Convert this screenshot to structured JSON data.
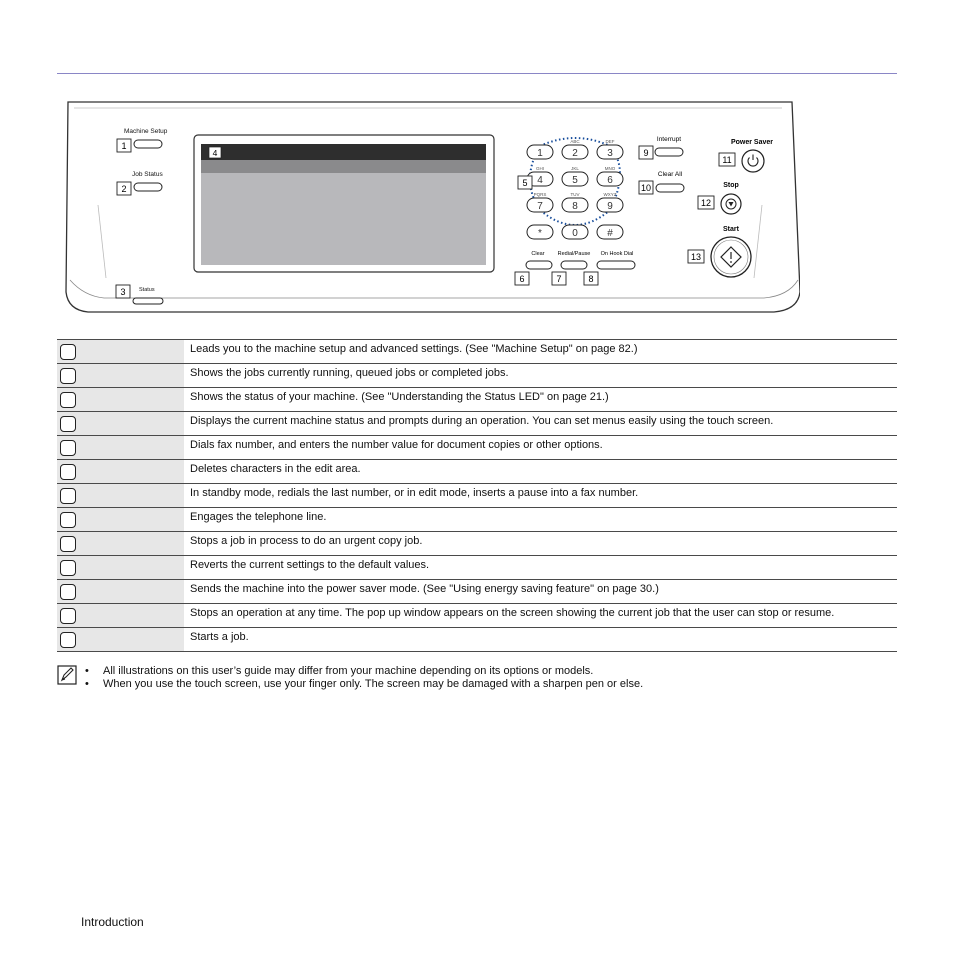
{
  "panel": {
    "labels": {
      "machine_setup": "Machine Setup",
      "job_status": "Job Status",
      "status": "Status",
      "interrupt": "Interrupt",
      "clear_all": "Clear All",
      "power_saver": "Power Saver",
      "stop": "Stop",
      "start": "Start",
      "clear": "Clear",
      "redial_pause": "Redial/Pause",
      "on_hook_dial": "On Hook Dial"
    },
    "callouts": [
      "1",
      "2",
      "3",
      "4",
      "5",
      "6",
      "7",
      "8",
      "9",
      "10",
      "11",
      "12",
      "13"
    ],
    "keypad": {
      "keys": [
        "1",
        "2",
        "3",
        "4",
        "5",
        "6",
        "7",
        "8",
        "9",
        "*",
        "0",
        "#"
      ],
      "letters": [
        "",
        "ABC",
        "DEF",
        "GHI",
        "JKL",
        "MNO",
        "PQRS",
        "TUV",
        "WXYZ",
        "",
        "",
        ""
      ]
    }
  },
  "rows": [
    {
      "desc": "Leads you to the machine setup and advanced settings. (See \"Machine Setup\" on page 82.)"
    },
    {
      "desc": "Shows the jobs currently running, queued jobs or completed jobs."
    },
    {
      "desc": "Shows the status of your machine. (See \"Understanding the Status LED\" on page 21.)"
    },
    {
      "desc": "Displays the current machine status and prompts during an operation. You can set menus easily using the touch screen."
    },
    {
      "desc": "Dials fax number, and enters the number value for document copies or other options."
    },
    {
      "desc": "Deletes characters in the edit area."
    },
    {
      "desc": "In standby mode, redials the last number, or in edit mode, inserts a pause into a fax number."
    },
    {
      "desc": "Engages the telephone line."
    },
    {
      "desc": "Stops a job in process to do an urgent copy job."
    },
    {
      "desc": "Reverts the current settings to the default values."
    },
    {
      "desc": "Sends the machine into the power saver mode. (See \"Using energy saving feature\" on page 30.)"
    },
    {
      "desc": "Stops an operation at any time. The pop up window appears on the screen showing the current job that the user can stop or resume."
    },
    {
      "desc": "Starts a job."
    }
  ],
  "note": {
    "bullet": "•",
    "items": [
      "All illustrations on this user’s guide may differ from your machine depending on its options or models.",
      "When you use the touch screen, use your finger only. The screen may be damaged with a sharpen pen or else."
    ]
  },
  "footer": "Introduction"
}
